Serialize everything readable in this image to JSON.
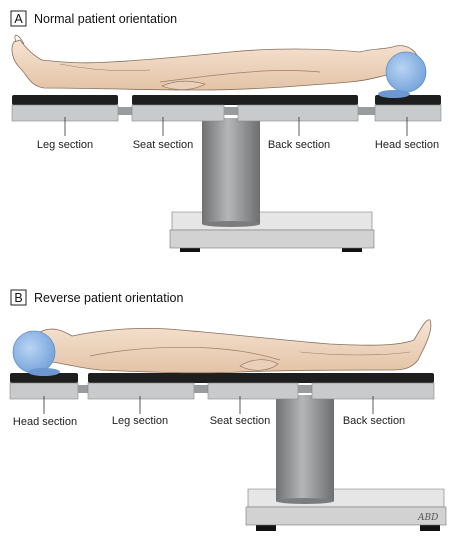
{
  "panel_a": {
    "letter": "A",
    "title": "Normal patient orientation",
    "labels": {
      "leg": "Leg section",
      "seat": "Seat section",
      "back": "Back section",
      "head": "Head section"
    }
  },
  "panel_b": {
    "letter": "B",
    "title": "Reverse patient orientation",
    "labels": {
      "head": "Head section",
      "leg": "Leg section",
      "seat": "Seat section",
      "back": "Back section"
    }
  },
  "signature": "ABD",
  "colors": {
    "pad": "#1e1e1e",
    "section": "#c9cacb",
    "column": "#8c8e90",
    "base": "#dcdcdc",
    "skin": "#f0d9c4",
    "cap": "#8fb7e6"
  }
}
